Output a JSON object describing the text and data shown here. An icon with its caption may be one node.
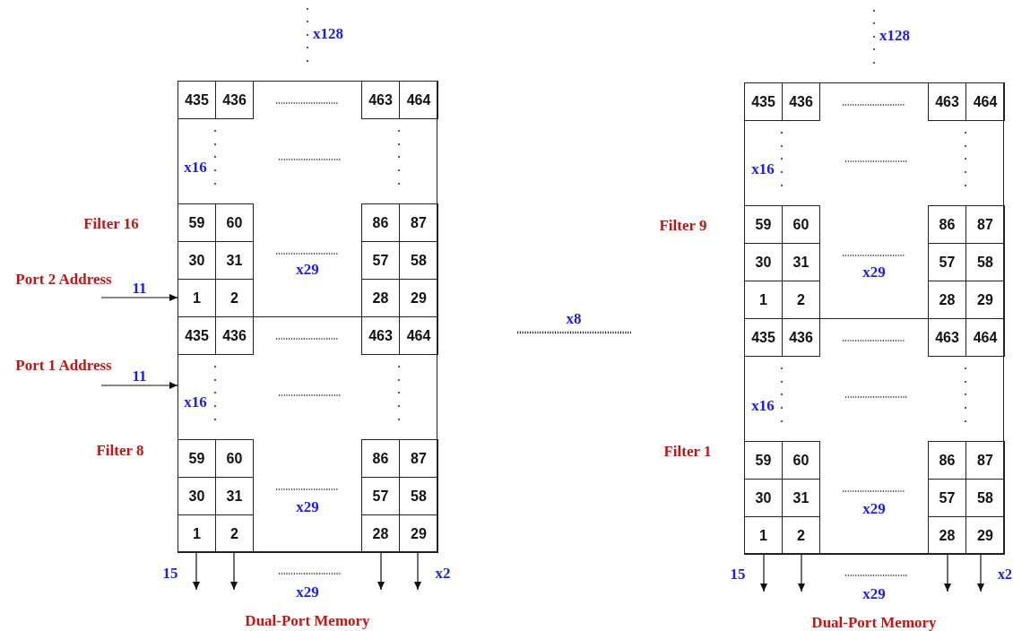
{
  "diagram": {
    "nodes": [
      {
        "text": [],
        "shape": "box"
      },
      {
        "text": [],
        "shape": "box",
        "in": 0,
        "beside": [
          "Filter 16"
        ]
      },
      {
        "text": [
          "435"
        ],
        "in": 1
      },
      {
        "text": [
          "436"
        ],
        "in": 1
      },
      {
        "text": [
          "463"
        ],
        "in": 1
      },
      {
        "text": [
          "464"
        ],
        "in": 1
      },
      {
        "text": [
          "59"
        ],
        "in": 1
      },
      {
        "text": [
          "60"
        ],
        "in": 1
      },
      {
        "text": [
          "86"
        ],
        "in": 1
      },
      {
        "text": [
          "87"
        ],
        "in": 1
      },
      {
        "text": [
          "30"
        ],
        "in": 1
      },
      {
        "text": [
          "31"
        ],
        "in": 1
      },
      {
        "text": [
          "57"
        ],
        "in": 1
      },
      {
        "text": [
          "58"
        ],
        "in": 1
      },
      {
        "text": [
          "1"
        ],
        "in": 1
      },
      {
        "text": [
          "2"
        ],
        "in": 1
      },
      {
        "text": [
          "28"
        ],
        "in": 1
      },
      {
        "text": [
          "29"
        ],
        "in": 1
      },
      {
        "text": [],
        "shape": "box",
        "in": 0,
        "beside": [
          "Filter 8"
        ]
      },
      {
        "text": [
          "435"
        ],
        "in": 18
      },
      {
        "text": [
          "436"
        ],
        "in": 18
      },
      {
        "text": [
          "463"
        ],
        "in": 18
      },
      {
        "text": [
          "464"
        ],
        "in": 18
      },
      {
        "text": [
          "59"
        ],
        "in": 18
      },
      {
        "text": [
          "60"
        ],
        "in": 18
      },
      {
        "text": [
          "86"
        ],
        "in": 18
      },
      {
        "text": [
          "87"
        ],
        "in": 18
      },
      {
        "text": [
          "30"
        ],
        "in": 18
      },
      {
        "text": [
          "31"
        ],
        "in": 18
      },
      {
        "text": [
          "57"
        ],
        "in": 18
      },
      {
        "text": [
          "58"
        ],
        "in": 18
      },
      {
        "text": [
          "1"
        ],
        "in": 18
      },
      {
        "text": [
          "2"
        ],
        "in": 18
      },
      {
        "text": [
          "28"
        ],
        "in": 18
      },
      {
        "text": [
          "29"
        ],
        "in": 18
      },
      {
        "text": [],
        "shape": "box"
      },
      {
        "text": [],
        "shape": "box",
        "in": 35,
        "beside": [
          "Filter 9"
        ]
      },
      {
        "text": [
          "435"
        ],
        "in": 36
      },
      {
        "text": [
          "436"
        ],
        "in": 36
      },
      {
        "text": [
          "463"
        ],
        "in": 36
      },
      {
        "text": [
          "464"
        ],
        "in": 36
      },
      {
        "text": [
          "59"
        ],
        "in": 36
      },
      {
        "text": [
          "60"
        ],
        "in": 36
      },
      {
        "text": [
          "86"
        ],
        "in": 36
      },
      {
        "text": [
          "87"
        ],
        "in": 36
      },
      {
        "text": [
          "30"
        ],
        "in": 36
      },
      {
        "text": [
          "31"
        ],
        "in": 36
      },
      {
        "text": [
          "57"
        ],
        "in": 36
      },
      {
        "text": [
          "58"
        ],
        "in": 36
      },
      {
        "text": [
          "1"
        ],
        "in": 36
      },
      {
        "text": [
          "2"
        ],
        "in": 36
      },
      {
        "text": [
          "28"
        ],
        "in": 36
      },
      {
        "text": [
          "29"
        ],
        "in": 36
      },
      {
        "text": [],
        "shape": "box",
        "in": 35,
        "beside": [
          "Filter 1"
        ]
      },
      {
        "text": [
          "435"
        ],
        "in": 53
      },
      {
        "text": [
          "436"
        ],
        "in": 53
      },
      {
        "text": [
          "463"
        ],
        "in": 53
      },
      {
        "text": [
          "464"
        ],
        "in": 53
      },
      {
        "text": [
          "59"
        ],
        "in": 53
      },
      {
        "text": [
          "60"
        ],
        "in": 53
      },
      {
        "text": [
          "86"
        ],
        "in": 53
      },
      {
        "text": [
          "87"
        ],
        "in": 53
      },
      {
        "text": [
          "30"
        ],
        "in": 53
      },
      {
        "text": [
          "31"
        ],
        "in": 53
      },
      {
        "text": [
          "57"
        ],
        "in": 53
      },
      {
        "text": [
          "58"
        ],
        "in": 53
      },
      {
        "text": [
          "1"
        ],
        "in": 53
      },
      {
        "text": [
          "2"
        ],
        "in": 53
      },
      {
        "text": [
          "28"
        ],
        "in": 53
      },
      {
        "text": [
          "29"
        ],
        "in": 53
      }
    ],
    "edges": [
      {
        "from": null,
        "to": 1,
        "arrow": "to",
        "label": "11"
      },
      {
        "from": null,
        "to": 18,
        "arrow": "to",
        "label": "11"
      },
      {
        "from": 18,
        "to": null,
        "arrow": "to"
      },
      {
        "from": 18,
        "to": null,
        "arrow": "to"
      },
      {
        "from": 18,
        "to": null,
        "arrow": "to"
      },
      {
        "from": 18,
        "to": null,
        "arrow": "to"
      },
      {
        "from": 53,
        "to": null,
        "arrow": "to"
      },
      {
        "from": 53,
        "to": null,
        "arrow": "to"
      },
      {
        "from": 53,
        "to": null,
        "arrow": "to"
      },
      {
        "from": 53,
        "to": null,
        "arrow": "to"
      }
    ],
    "labels": [
      "x128",
      "x128",
      "x16",
      "x16",
      "Port 2 Address",
      "x29",
      "x29",
      "x8",
      "Port 1 Address",
      "x16",
      "x16",
      "x29",
      "x29",
      "15",
      "x2",
      "15",
      "x2",
      "x29",
      "x29",
      "Dual-Port Memory",
      "Dual-Port Memory"
    ]
  }
}
